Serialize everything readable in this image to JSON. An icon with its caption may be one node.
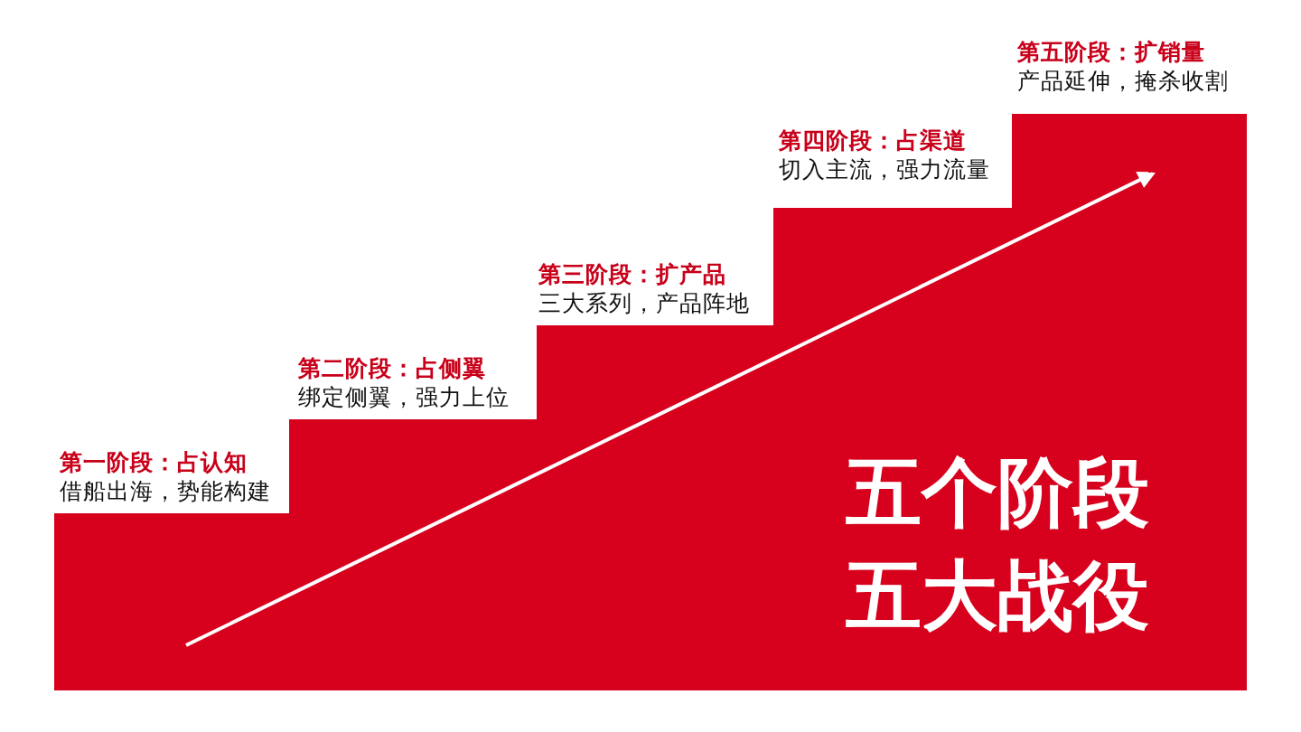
{
  "diagram": {
    "nodes": [
      {
        "text": [
          "第一阶段：占认知",
          "借船出海，势能构建"
        ]
      },
      {
        "text": [
          "第二阶段：占侧翼",
          "绑定侧翼，强力上位"
        ]
      },
      {
        "text": [
          "第三阶段：扩产品",
          "三大系列，产品阵地"
        ]
      },
      {
        "text": [
          "第四阶段：占渠道",
          "切入主流，强力流量"
        ]
      },
      {
        "text": [
          "第五阶段：扩销量",
          "产品延伸，掩杀收割"
        ]
      }
    ],
    "edges": [],
    "labels": [
      "五个阶段",
      "五大战役"
    ]
  }
}
